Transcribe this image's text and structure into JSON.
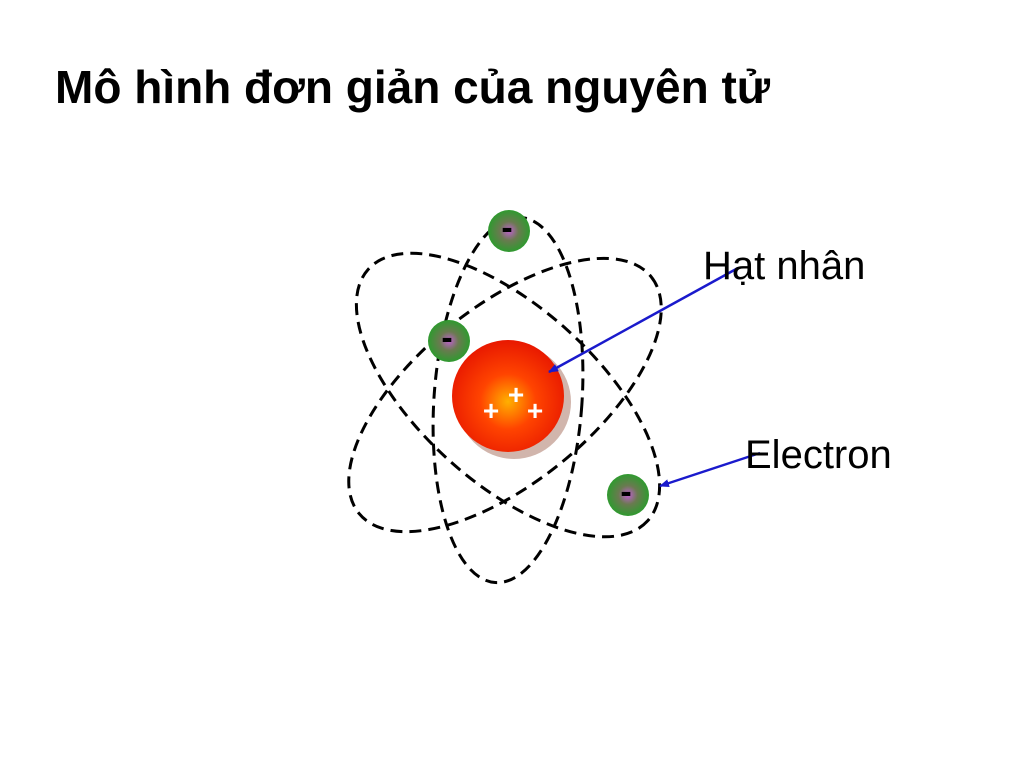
{
  "slide": {
    "title": "Mô hình đơn giản của nguyên tử"
  },
  "labels": {
    "nucleus": "Hạt nhân",
    "electron": "Electron"
  },
  "symbols": {
    "proton_sign": "+",
    "electron_sign": "-"
  },
  "colors": {
    "nucleus": "#ff2a00",
    "electron": "#3a9a3a",
    "arrow": "#1a1acc",
    "orbit": "#000000"
  }
}
